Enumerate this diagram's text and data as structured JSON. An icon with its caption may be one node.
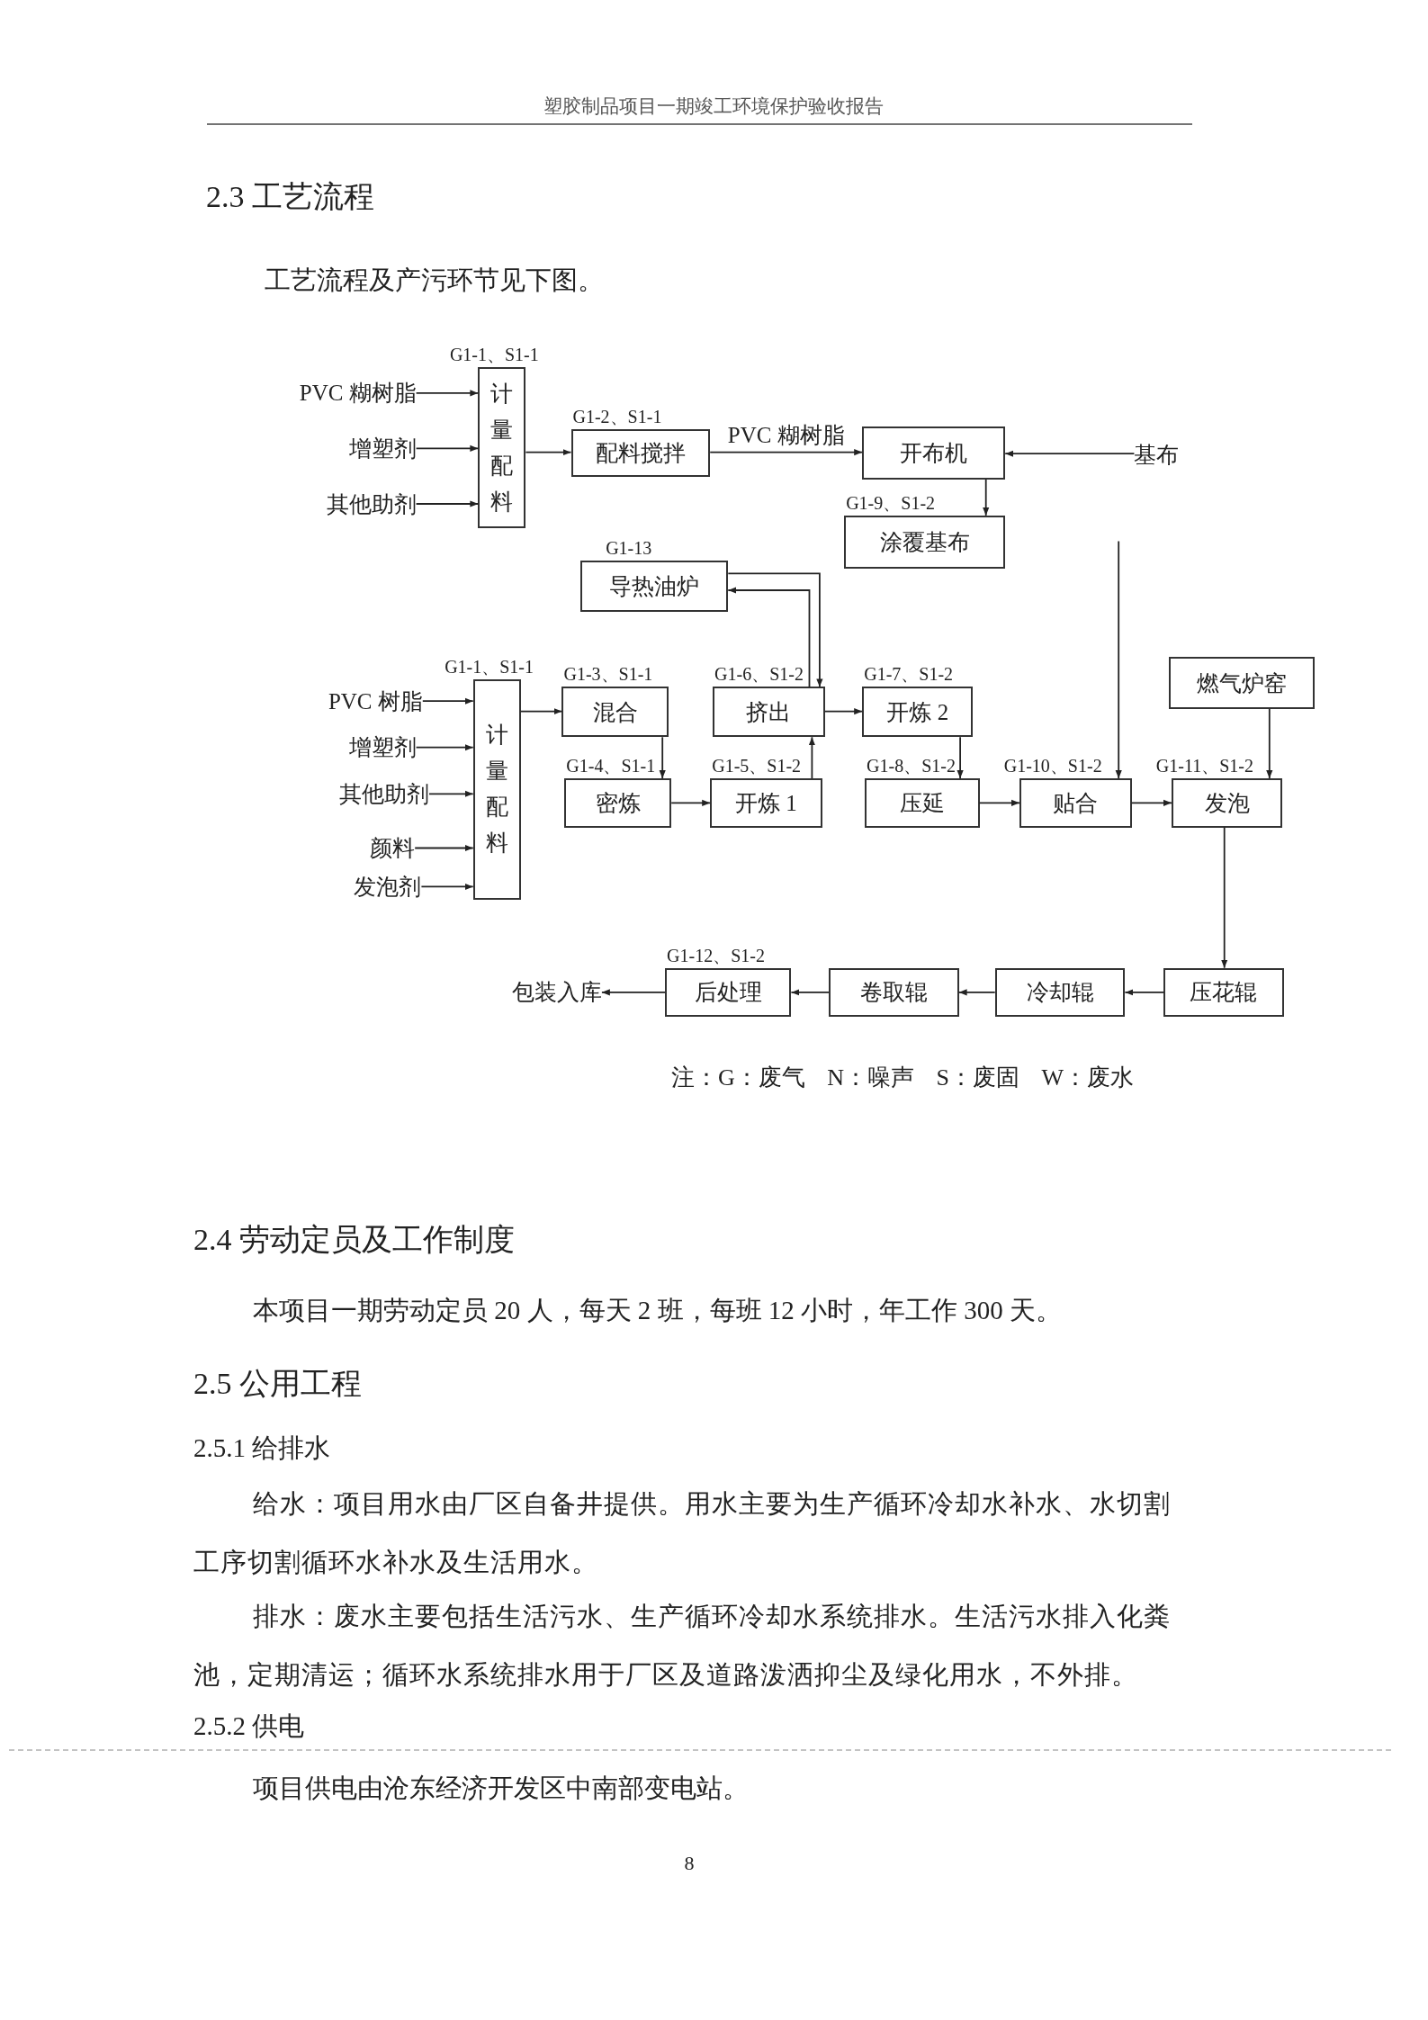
{
  "diagram": {
    "nodes": [
      {
        "text": [
          "PVC 糊树脂"
        ]
      },
      {
        "text": [
          "增塑剂"
        ]
      },
      {
        "text": [
          "其他助剂"
        ]
      },
      {
        "text": [
          "计量配料"
        ],
        "beside": [
          "G1-1、S1-1"
        ]
      },
      {
        "text": [
          "配料搅拌"
        ],
        "beside": [
          "G1-2、S1-1"
        ]
      },
      {
        "text": [
          "开布机"
        ]
      },
      {
        "text": [
          "基布"
        ]
      },
      {
        "text": [
          "涂覆基布"
        ],
        "beside": [
          "G1-9、S1-2"
        ]
      },
      {
        "text": [
          "导热油炉"
        ],
        "beside": [
          "G1-13"
        ]
      },
      {
        "text": [
          "燃气炉窑"
        ]
      },
      {
        "text": [
          "PVC 树脂"
        ]
      },
      {
        "text": [
          "增塑剂"
        ]
      },
      {
        "text": [
          "其他助剂"
        ]
      },
      {
        "text": [
          "颜料"
        ]
      },
      {
        "text": [
          "发泡剂"
        ]
      },
      {
        "text": [
          "计量配料"
        ],
        "beside": [
          "G1-1、S1-1"
        ]
      },
      {
        "text": [
          "混合"
        ],
        "beside": [
          "G1-3、S1-1"
        ]
      },
      {
        "text": [
          "挤出"
        ],
        "beside": [
          "G1-6、S1-2"
        ]
      },
      {
        "text": [
          "开炼 2"
        ],
        "beside": [
          "G1-7、S1-2"
        ]
      },
      {
        "text": [
          "密炼"
        ],
        "beside": [
          "G1-4、S1-1"
        ]
      },
      {
        "text": [
          "开炼 1"
        ],
        "beside": [
          "G1-5、S1-2"
        ]
      },
      {
        "text": [
          "压延"
        ],
        "beside": [
          "G1-8、S1-2"
        ]
      },
      {
        "text": [
          "贴合"
        ],
        "beside": [
          "G1-10、S1-2"
        ]
      },
      {
        "text": [
          "发泡"
        ],
        "beside": [
          "G1-11、S1-2"
        ]
      },
      {
        "text": [
          "压花辊"
        ]
      },
      {
        "text": [
          "冷却辊"
        ]
      },
      {
        "text": [
          "卷取辊"
        ]
      },
      {
        "text": [
          "后处理"
        ],
        "beside": [
          "G1-12、S1-2"
        ]
      },
      {
        "text": [
          "包装入库"
        ]
      }
    ],
    "edges": [
      {
        "from": 0,
        "to": 3,
        "arrow": "to"
      },
      {
        "from": 1,
        "to": 3,
        "arrow": "to"
      },
      {
        "from": 2,
        "to": 3,
        "arrow": "to"
      },
      {
        "from": 3,
        "to": 4,
        "arrow": "to"
      },
      {
        "from": 4,
        "to": 5,
        "arrow": "to",
        "label": "PVC 糊树脂"
      },
      {
        "from": 6,
        "to": 5,
        "arrow": "to"
      },
      {
        "from": 5,
        "to": 7,
        "arrow": "to"
      },
      {
        "from": 17,
        "to": 8,
        "arrow": "to"
      },
      {
        "from": 8,
        "to": 17,
        "arrow": "to"
      },
      {
        "from": 10,
        "to": 15,
        "arrow": "to"
      },
      {
        "from": 11,
        "to": 15,
        "arrow": "to"
      },
      {
        "from": 12,
        "to": 15,
        "arrow": "to"
      },
      {
        "from": 13,
        "to": 15,
        "arrow": "to"
      },
      {
        "from": 14,
        "to": 15,
        "arrow": "to"
      },
      {
        "from": 15,
        "to": 16,
        "arrow": "to"
      },
      {
        "from": 16,
        "to": 19,
        "arrow": "to"
      },
      {
        "from": 19,
        "to": 20,
        "arrow": "to"
      },
      {
        "from": 20,
        "to": 17,
        "arrow": "to"
      },
      {
        "from": 17,
        "to": 18,
        "arrow": "to"
      },
      {
        "from": 18,
        "to": 21,
        "arrow": "to"
      },
      {
        "from": 21,
        "to": 22,
        "arrow": "to"
      },
      {
        "from": null,
        "to": 22,
        "arrow": "to"
      },
      {
        "from": 22,
        "to": 23,
        "arrow": "to"
      },
      {
        "from": 9,
        "to": 23,
        "arrow": "to"
      },
      {
        "from": 23,
        "to": 24,
        "arrow": "to"
      },
      {
        "from": 24,
        "to": 25,
        "arrow": "to"
      },
      {
        "from": 25,
        "to": 26,
        "arrow": "to"
      },
      {
        "from": 26,
        "to": 27,
        "arrow": "to"
      },
      {
        "from": 27,
        "to": 28,
        "arrow": "to"
      }
    ],
    "labels": [
      "塑胶制品项目一期竣工环境保护验收报告",
      "2.3 工艺流程",
      "工艺流程及产污环节见下图。",
      "注：G：废气 N：噪声 S：废固 W：废水",
      "2.4 劳动定员及工作制度",
      "本项目一期劳动定员 20 人，每天 2 班，每班 12 小时，年工作 300 天。",
      "2.5 公用工程",
      "2.5.1 给排水",
      "给水：项目用水由厂区自备井提供。用水主要为生产循环冷却水补水、水切割工序切割循环水补水及生活用水。",
      "排水：废水主要包括生活污水、生产循环冷却水系统排水。生活污水排入化粪池，定期清运；循环水系统排水用于厂区及道路泼洒抑尘及绿化用水，不外排。",
      "2.5.2 供电",
      "项目供电由沧东经济开发区中南部变电站。",
      "8"
    ]
  }
}
